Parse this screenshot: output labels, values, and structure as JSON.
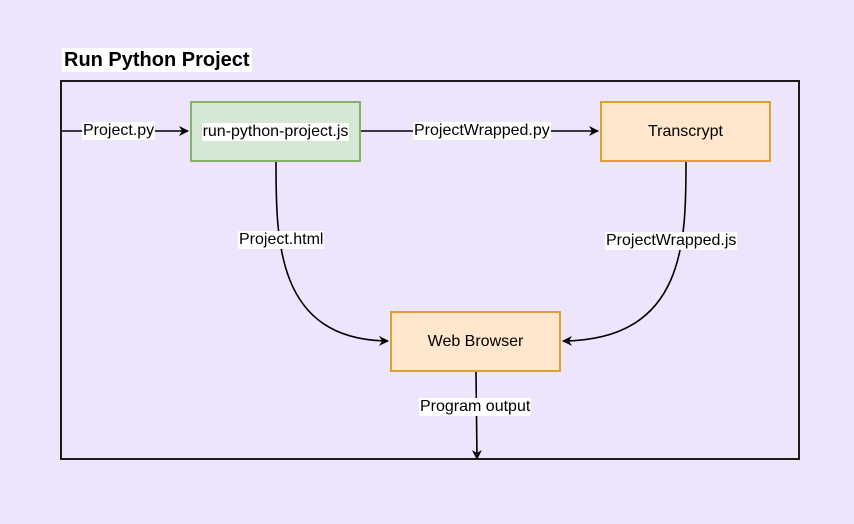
{
  "diagram": {
    "title": "Run Python Project",
    "nodes": [
      {
        "id": "runner",
        "label": "run-python-project.js",
        "fill": "#d5e8d4",
        "stroke": "#82b366"
      },
      {
        "id": "transcrypt",
        "label": "Transcrypt",
        "fill": "#ffe6cc",
        "stroke": "#e0a030"
      },
      {
        "id": "browser",
        "label": "Web Browser",
        "fill": "#ffe6cc",
        "stroke": "#e0a030"
      }
    ],
    "edges": [
      {
        "from": "input",
        "to": "runner",
        "label": "Project.py"
      },
      {
        "from": "runner",
        "to": "transcrypt",
        "label": "ProjectWrapped.py"
      },
      {
        "from": "runner",
        "to": "browser",
        "label": "Project.html"
      },
      {
        "from": "transcrypt",
        "to": "browser",
        "label": "ProjectWrapped.js"
      },
      {
        "from": "browser",
        "to": "output",
        "label": "Program output"
      }
    ],
    "colors": {
      "background": "#ede5fb",
      "edge": "#000000"
    }
  }
}
